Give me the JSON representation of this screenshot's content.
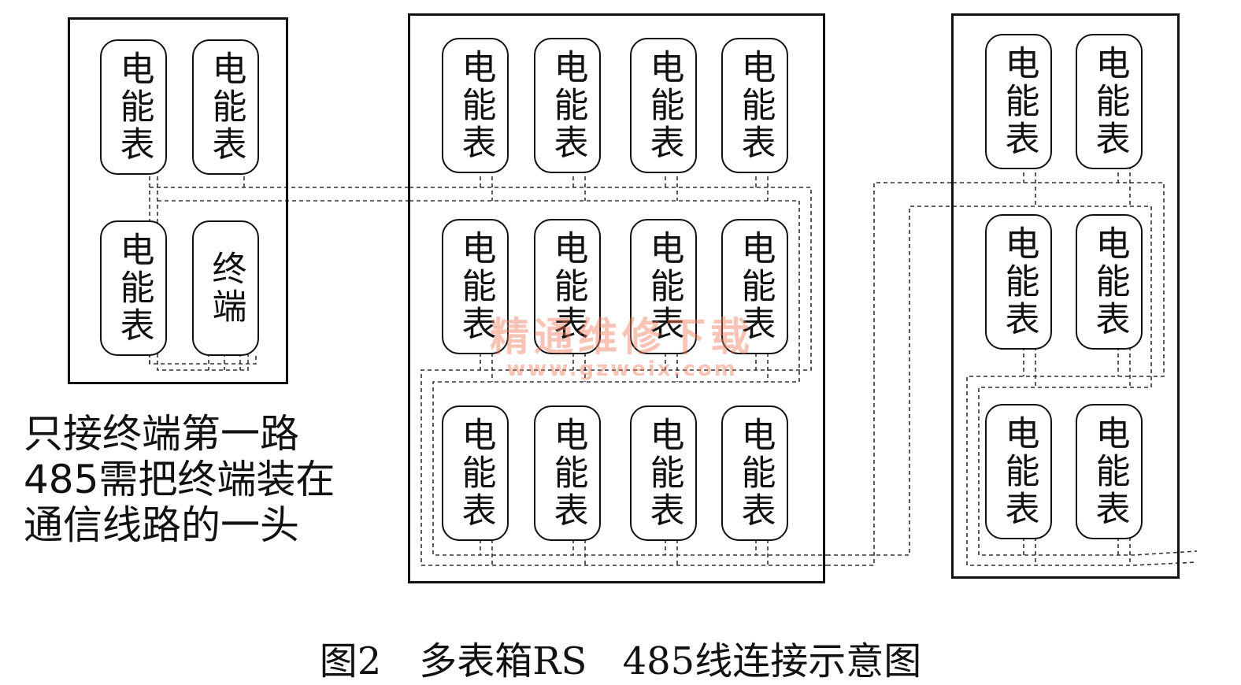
{
  "boxes": {
    "left": {
      "devices": [
        "电能表",
        "电能表",
        "电能表",
        "终端"
      ]
    },
    "middle": {
      "devices": [
        "电能表",
        "电能表",
        "电能表",
        "电能表",
        "电能表",
        "电能表",
        "电能表",
        "电能表",
        "电能表",
        "电能表",
        "电能表",
        "电能表"
      ]
    },
    "right": {
      "devices": [
        "电能表",
        "电能表",
        "电能表",
        "电能表",
        "电能表",
        "电能表"
      ]
    }
  },
  "note": {
    "line1": "只接终端第一路",
    "line2": "485需把终端装在",
    "line3": "通信线路的一头"
  },
  "caption": "图2　多表箱RS 485线连接示意图",
  "watermark": {
    "line1": "精通维修下载",
    "line2": "www.gzweix.com"
  }
}
